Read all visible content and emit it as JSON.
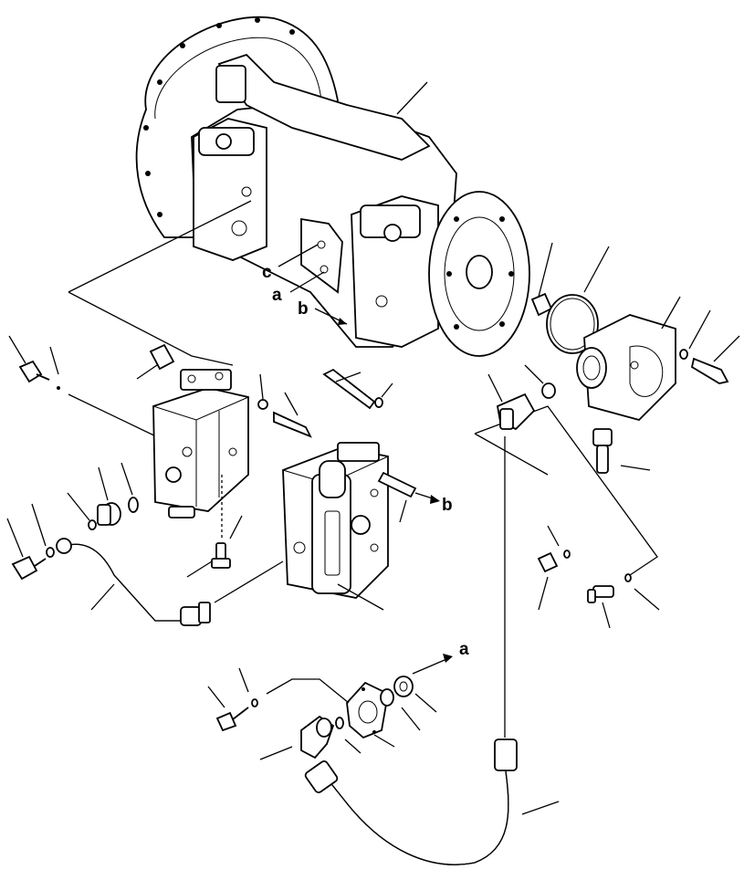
{
  "labels": {
    "a_main": "a",
    "b_main": "b",
    "c_main": "c",
    "b_valve": "b",
    "a_bottom": "a"
  }
}
